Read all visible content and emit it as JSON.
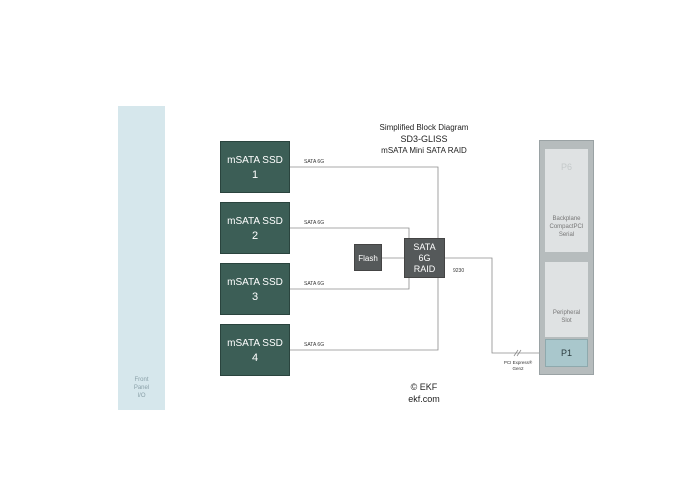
{
  "diagram": {
    "title_line1": "Simplified Block Diagram",
    "title_line2": "SD3-GLISS",
    "title_line3": "mSATA Mini SATA RAID"
  },
  "front_panel": {
    "label": "Front\nPanel\nI/O"
  },
  "ssds": [
    {
      "line1": "mSATA SSD",
      "line2": "1",
      "link": "SATA 6G"
    },
    {
      "line1": "mSATA SSD",
      "line2": "2",
      "link": "SATA 6G"
    },
    {
      "line1": "mSATA SSD",
      "line2": "3",
      "link": "SATA 6G"
    },
    {
      "line1": "mSATA SSD",
      "line2": "4",
      "link": "SATA 6G"
    }
  ],
  "flash": {
    "label": "Flash"
  },
  "raid": {
    "line1": "SATA",
    "line2": "6G",
    "line3": "RAID"
  },
  "raid_link": {
    "label": "9230"
  },
  "pcie_link": {
    "label": "PCI Express®\nGen2"
  },
  "backplane": {
    "p6_label": "P6",
    "p6_desc": "Backplane\nCompactPCI\nSerial",
    "peripheral_desc": "Peripheral\nSlot",
    "p1_label": "P1"
  },
  "footer": {
    "copyright": "© EKF",
    "website": "ekf.com"
  },
  "colors": {
    "ssd_fill": "#3c5e56",
    "chip_fill": "#55595a",
    "front_panel": "#d6e7ec",
    "p1_fill": "#a9c7cc"
  }
}
